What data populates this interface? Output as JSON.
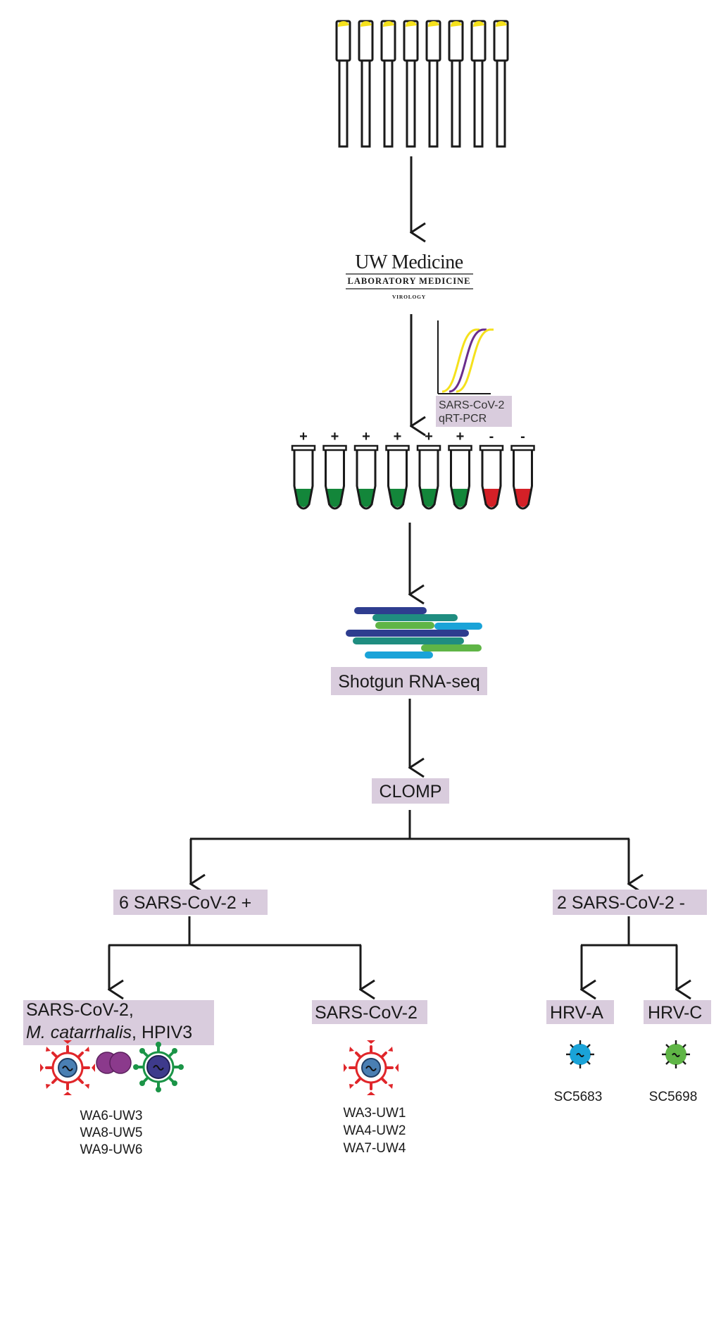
{
  "logo": {
    "line1": "UW Medicine",
    "line2": "LABORATORY MEDICINE",
    "line3": "VIROLOGY"
  },
  "qpcr": {
    "line1": "SARS-CoV-2",
    "line2": "qRT-PCR"
  },
  "tube_results": [
    "+",
    "+",
    "+",
    "+",
    "+",
    "+",
    "-",
    "-"
  ],
  "steps": {
    "sequencing": "Shotgun RNA-seq",
    "pipeline": "CLOMP"
  },
  "branches": {
    "positive": "6 SARS-CoV-2 +",
    "negative": "2 SARS-CoV-2 -"
  },
  "groups": {
    "coinfection": {
      "line1": "SARS-CoV-2,",
      "line2_italic": "M. catarrhalis",
      "line2_rest": ", HPIV3",
      "samples": [
        "WA6-UW3",
        "WA8-UW5",
        "WA9-UW6"
      ]
    },
    "sars_only": {
      "label": "SARS-CoV-2",
      "samples": [
        "WA3-UW1",
        "WA4-UW2",
        "WA7-UW4"
      ]
    },
    "hrv_a": {
      "label": "HRV-A",
      "samples": [
        "SC5683"
      ]
    },
    "hrv_c": {
      "label": "HRV-C",
      "samples": [
        "SC5698"
      ]
    }
  },
  "colors": {
    "highlight": "#d9ccdd",
    "arrow": "#1a1a1a",
    "swab_tip": "#f5e11c",
    "positive_liquid": "#13863a",
    "negative_liquid": "#d42027",
    "curve_yellow": "#f5e11c",
    "curve_purple": "#6a2d8c",
    "sars_virus": "#e0262a",
    "hpiv_virus": "#1b9447",
    "bacteria": "#8b3a8c",
    "hrv_a": "#1aa3d8",
    "hrv_c": "#5fb546"
  },
  "icons": {
    "swabs": "swab-icon",
    "tubes": "sample-tube-icon",
    "reads": "sequencing-reads-icon",
    "sars": "sars-cov-2-virus-icon",
    "bacteria": "moraxella-bacteria-icon",
    "hpiv": "hpiv3-virus-icon",
    "hrv": "rhinovirus-icon"
  }
}
